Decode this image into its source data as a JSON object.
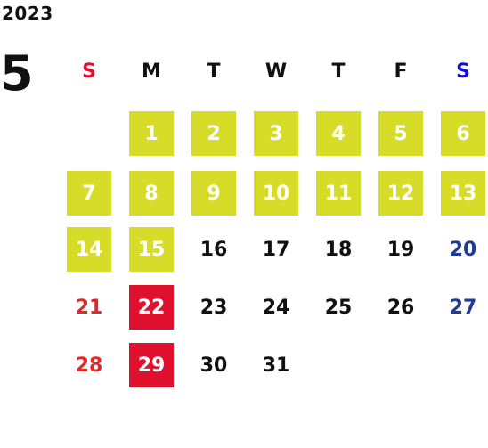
{
  "year": "2023",
  "month": "5",
  "weekdays": [
    {
      "label": "S",
      "color": "#e0102f"
    },
    {
      "label": "M",
      "color": "#111111"
    },
    {
      "label": "T",
      "color": "#111111"
    },
    {
      "label": "W",
      "color": "#111111"
    },
    {
      "label": "T",
      "color": "#111111"
    },
    {
      "label": "F",
      "color": "#111111"
    },
    {
      "label": "S",
      "color": "#1010d0"
    }
  ],
  "colors": {
    "highlight": "#d6dc27",
    "marked": "#e0102f",
    "sunday_text": "#e02a2a",
    "saturday_text": "#1f3b96",
    "default_text": "#111111"
  },
  "days": [
    {
      "day": "1",
      "week": 0,
      "dow": 1,
      "style": "highlight"
    },
    {
      "day": "2",
      "week": 0,
      "dow": 2,
      "style": "highlight"
    },
    {
      "day": "3",
      "week": 0,
      "dow": 3,
      "style": "highlight"
    },
    {
      "day": "4",
      "week": 0,
      "dow": 4,
      "style": "highlight"
    },
    {
      "day": "5",
      "week": 0,
      "dow": 5,
      "style": "highlight"
    },
    {
      "day": "6",
      "week": 0,
      "dow": 6,
      "style": "highlight"
    },
    {
      "day": "7",
      "week": 1,
      "dow": 0,
      "style": "highlight"
    },
    {
      "day": "8",
      "week": 1,
      "dow": 1,
      "style": "highlight"
    },
    {
      "day": "9",
      "week": 1,
      "dow": 2,
      "style": "highlight"
    },
    {
      "day": "10",
      "week": 1,
      "dow": 3,
      "style": "highlight"
    },
    {
      "day": "11",
      "week": 1,
      "dow": 4,
      "style": "highlight"
    },
    {
      "day": "12",
      "week": 1,
      "dow": 5,
      "style": "highlight"
    },
    {
      "day": "13",
      "week": 1,
      "dow": 6,
      "style": "highlight"
    },
    {
      "day": "14",
      "week": 2,
      "dow": 0,
      "style": "highlight"
    },
    {
      "day": "15",
      "week": 2,
      "dow": 1,
      "style": "highlight"
    },
    {
      "day": "16",
      "week": 2,
      "dow": 2,
      "style": "plain"
    },
    {
      "day": "17",
      "week": 2,
      "dow": 3,
      "style": "plain"
    },
    {
      "day": "18",
      "week": 2,
      "dow": 4,
      "style": "plain"
    },
    {
      "day": "19",
      "week": 2,
      "dow": 5,
      "style": "plain"
    },
    {
      "day": "20",
      "week": 2,
      "dow": 6,
      "style": "plain"
    },
    {
      "day": "21",
      "week": 3,
      "dow": 0,
      "style": "plain"
    },
    {
      "day": "22",
      "week": 3,
      "dow": 1,
      "style": "marked"
    },
    {
      "day": "23",
      "week": 3,
      "dow": 2,
      "style": "plain"
    },
    {
      "day": "24",
      "week": 3,
      "dow": 3,
      "style": "plain"
    },
    {
      "day": "25",
      "week": 3,
      "dow": 4,
      "style": "plain"
    },
    {
      "day": "26",
      "week": 3,
      "dow": 5,
      "style": "plain"
    },
    {
      "day": "27",
      "week": 3,
      "dow": 6,
      "style": "plain"
    },
    {
      "day": "28",
      "week": 4,
      "dow": 0,
      "style": "plain"
    },
    {
      "day": "29",
      "week": 4,
      "dow": 1,
      "style": "marked"
    },
    {
      "day": "30",
      "week": 4,
      "dow": 2,
      "style": "plain"
    },
    {
      "day": "31",
      "week": 4,
      "dow": 3,
      "style": "plain"
    }
  ]
}
